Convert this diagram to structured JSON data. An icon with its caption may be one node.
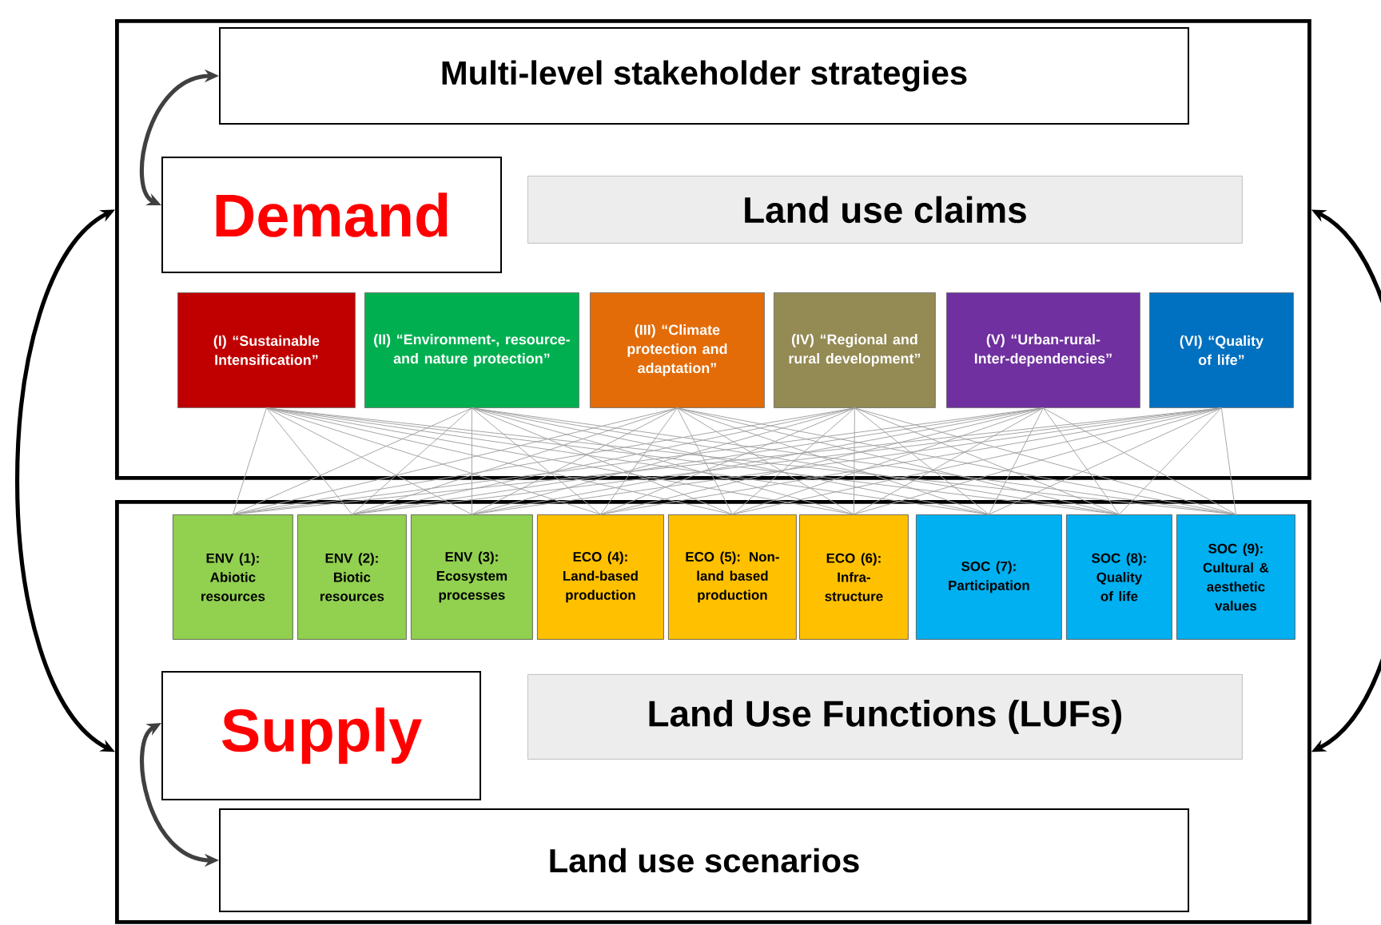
{
  "diagram": {
    "nodes": [
      {
        "text": [],
        "shape": "box"
      },
      {
        "text": [
          "Multi-level stakeholder strategies"
        ],
        "in": 0
      },
      {
        "text": [
          "Demand"
        ],
        "in": 0
      },
      {
        "text": [
          "Land use claims"
        ],
        "in": 0
      },
      {
        "text": [
          "(I) “Sustainable Intensification”"
        ],
        "in": 0
      },
      {
        "text": [
          "(II) “Environment-, resource- and nature protection”"
        ],
        "in": 0
      },
      {
        "text": [
          "(III) “Climate protection and adaptation”"
        ],
        "in": 0
      },
      {
        "text": [
          "(IV) “Regional and rural development”"
        ],
        "in": 0
      },
      {
        "text": [
          "(V) “Urban-rural-Inter-dependencies”"
        ],
        "in": 0
      },
      {
        "text": [
          "(VI) “Quality of life”"
        ],
        "in": 0
      },
      {
        "text": [],
        "shape": "box"
      },
      {
        "text": [
          "ENV (1): Abiotic resources"
        ],
        "in": 10
      },
      {
        "text": [
          "ENV (2): Biotic resources"
        ],
        "in": 10
      },
      {
        "text": [
          "ENV (3): Ecosystem processes"
        ],
        "in": 10
      },
      {
        "text": [
          "ECO (4): Land-based production"
        ],
        "in": 10
      },
      {
        "text": [
          "ECO (5): Non-land based production"
        ],
        "in": 10
      },
      {
        "text": [
          "ECO (6): Infra-structure"
        ],
        "in": 10
      },
      {
        "text": [
          "SOC (7): Participation"
        ],
        "in": 10
      },
      {
        "text": [
          "SOC (8): Quality of life"
        ],
        "in": 10
      },
      {
        "text": [
          "SOC (9): Cultural & aesthetic values"
        ],
        "in": 10
      },
      {
        "text": [
          "Supply"
        ],
        "in": 10
      },
      {
        "text": [
          "Land Use Functions (LUFs)"
        ],
        "in": 10
      },
      {
        "text": [
          "Land use scenarios"
        ],
        "in": 10
      }
    ],
    "edges": [
      {
        "from": 0,
        "to": 10,
        "arrow": "both",
        "style": "thick",
        "color": "#000000"
      },
      {
        "from": 0,
        "to": 10,
        "arrow": "both",
        "style": "thick",
        "color": "#000000"
      },
      {
        "from": 2,
        "to": 1,
        "arrow": "both",
        "style": "thick",
        "color": "#404040"
      },
      {
        "from": 20,
        "to": 22,
        "arrow": "both",
        "style": "thick",
        "color": "#404040"
      },
      {
        "from": 4,
        "to": 11,
        "arrow": "none"
      },
      {
        "from": 4,
        "to": 12,
        "arrow": "none"
      },
      {
        "from": 4,
        "to": 13,
        "arrow": "none"
      },
      {
        "from": 4,
        "to": 14,
        "arrow": "none"
      },
      {
        "from": 4,
        "to": 15,
        "arrow": "none"
      },
      {
        "from": 4,
        "to": 16,
        "arrow": "none"
      },
      {
        "from": 4,
        "to": 17,
        "arrow": "none"
      },
      {
        "from": 4,
        "to": 18,
        "arrow": "none"
      },
      {
        "from": 4,
        "to": 19,
        "arrow": "none"
      },
      {
        "from": 5,
        "to": 11,
        "arrow": "none"
      },
      {
        "from": 5,
        "to": 12,
        "arrow": "none"
      },
      {
        "from": 5,
        "to": 13,
        "arrow": "none"
      },
      {
        "from": 5,
        "to": 14,
        "arrow": "none"
      },
      {
        "from": 5,
        "to": 15,
        "arrow": "none"
      },
      {
        "from": 5,
        "to": 16,
        "arrow": "none"
      },
      {
        "from": 5,
        "to": 17,
        "arrow": "none"
      },
      {
        "from": 5,
        "to": 18,
        "arrow": "none"
      },
      {
        "from": 5,
        "to": 19,
        "arrow": "none"
      },
      {
        "from": 6,
        "to": 11,
        "arrow": "none"
      },
      {
        "from": 6,
        "to": 12,
        "arrow": "none"
      },
      {
        "from": 6,
        "to": 13,
        "arrow": "none"
      },
      {
        "from": 6,
        "to": 14,
        "arrow": "none"
      },
      {
        "from": 6,
        "to": 15,
        "arrow": "none"
      },
      {
        "from": 6,
        "to": 16,
        "arrow": "none"
      },
      {
        "from": 6,
        "to": 17,
        "arrow": "none"
      },
      {
        "from": 6,
        "to": 18,
        "arrow": "none"
      },
      {
        "from": 6,
        "to": 19,
        "arrow": "none"
      },
      {
        "from": 7,
        "to": 11,
        "arrow": "none"
      },
      {
        "from": 7,
        "to": 12,
        "arrow": "none"
      },
      {
        "from": 7,
        "to": 13,
        "arrow": "none"
      },
      {
        "from": 7,
        "to": 14,
        "arrow": "none"
      },
      {
        "from": 7,
        "to": 15,
        "arrow": "none"
      },
      {
        "from": 7,
        "to": 16,
        "arrow": "none"
      },
      {
        "from": 7,
        "to": 17,
        "arrow": "none"
      },
      {
        "from": 7,
        "to": 18,
        "arrow": "none"
      },
      {
        "from": 7,
        "to": 19,
        "arrow": "none"
      },
      {
        "from": 8,
        "to": 11,
        "arrow": "none"
      },
      {
        "from": 8,
        "to": 12,
        "arrow": "none"
      },
      {
        "from": 8,
        "to": 13,
        "arrow": "none"
      },
      {
        "from": 8,
        "to": 14,
        "arrow": "none"
      },
      {
        "from": 8,
        "to": 15,
        "arrow": "none"
      },
      {
        "from": 8,
        "to": 16,
        "arrow": "none"
      },
      {
        "from": 8,
        "to": 17,
        "arrow": "none"
      },
      {
        "from": 8,
        "to": 18,
        "arrow": "none"
      },
      {
        "from": 8,
        "to": 19,
        "arrow": "none"
      },
      {
        "from": 9,
        "to": 11,
        "arrow": "none"
      },
      {
        "from": 9,
        "to": 12,
        "arrow": "none"
      },
      {
        "from": 9,
        "to": 13,
        "arrow": "none"
      },
      {
        "from": 9,
        "to": 14,
        "arrow": "none"
      },
      {
        "from": 9,
        "to": 15,
        "arrow": "none"
      },
      {
        "from": 9,
        "to": 16,
        "arrow": "none"
      },
      {
        "from": 9,
        "to": 17,
        "arrow": "none"
      },
      {
        "from": 9,
        "to": 18,
        "arrow": "none"
      },
      {
        "from": 9,
        "to": 19,
        "arrow": "none"
      }
    ]
  }
}
